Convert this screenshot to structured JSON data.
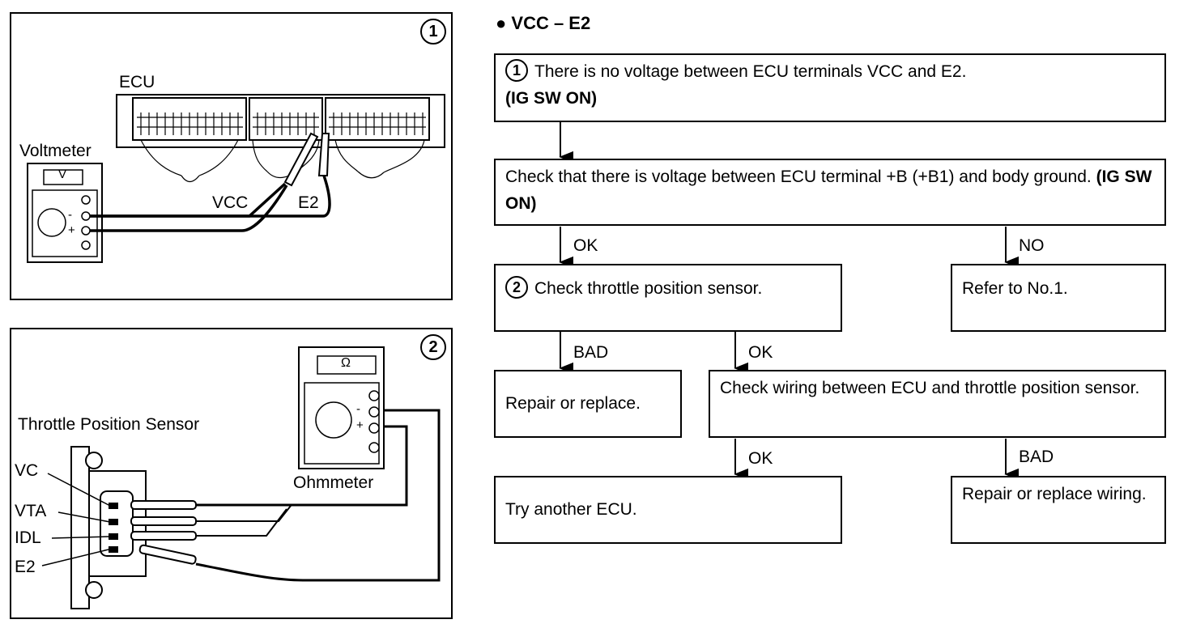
{
  "figure1": {
    "number": "1",
    "labels": {
      "ecu": "ECU",
      "voltmeter": "Voltmeter",
      "meter_face": "V",
      "vcc": "VCC",
      "e2": "E2",
      "minus": "-",
      "plus": "+"
    }
  },
  "figure2": {
    "number": "2",
    "labels": {
      "sensor": "Throttle Position Sensor",
      "ohmmeter": "Ohmmeter",
      "meter_face": "Ω",
      "vc": "VC",
      "vta": "VTA",
      "idl": "IDL",
      "e2": "E2",
      "minus": "-",
      "plus": "+"
    }
  },
  "flowchart": {
    "title": "● VCC – E2",
    "step1": {
      "number": "1",
      "text": "There is no voltage between ECU terminals VCC and E2.",
      "condition": "(IG SW ON)"
    },
    "step2": {
      "text": "Check that there is voltage between ECU terminal +B (+B1) and body ground.",
      "condition": "(IG SW ON)"
    },
    "step3": {
      "number": "2",
      "text": "Check throttle position sensor."
    },
    "refer": {
      "text": "Refer to No.1."
    },
    "repair": {
      "text": "Repair or replace."
    },
    "wiring": {
      "text": "Check wiring between ECU and throttle position sensor."
    },
    "ecu": {
      "text": "Try another ECU."
    },
    "repair_wiring": {
      "text": "Repair or replace wiring."
    },
    "labels": {
      "ok": "OK",
      "no": "NO",
      "bad": "BAD"
    }
  }
}
